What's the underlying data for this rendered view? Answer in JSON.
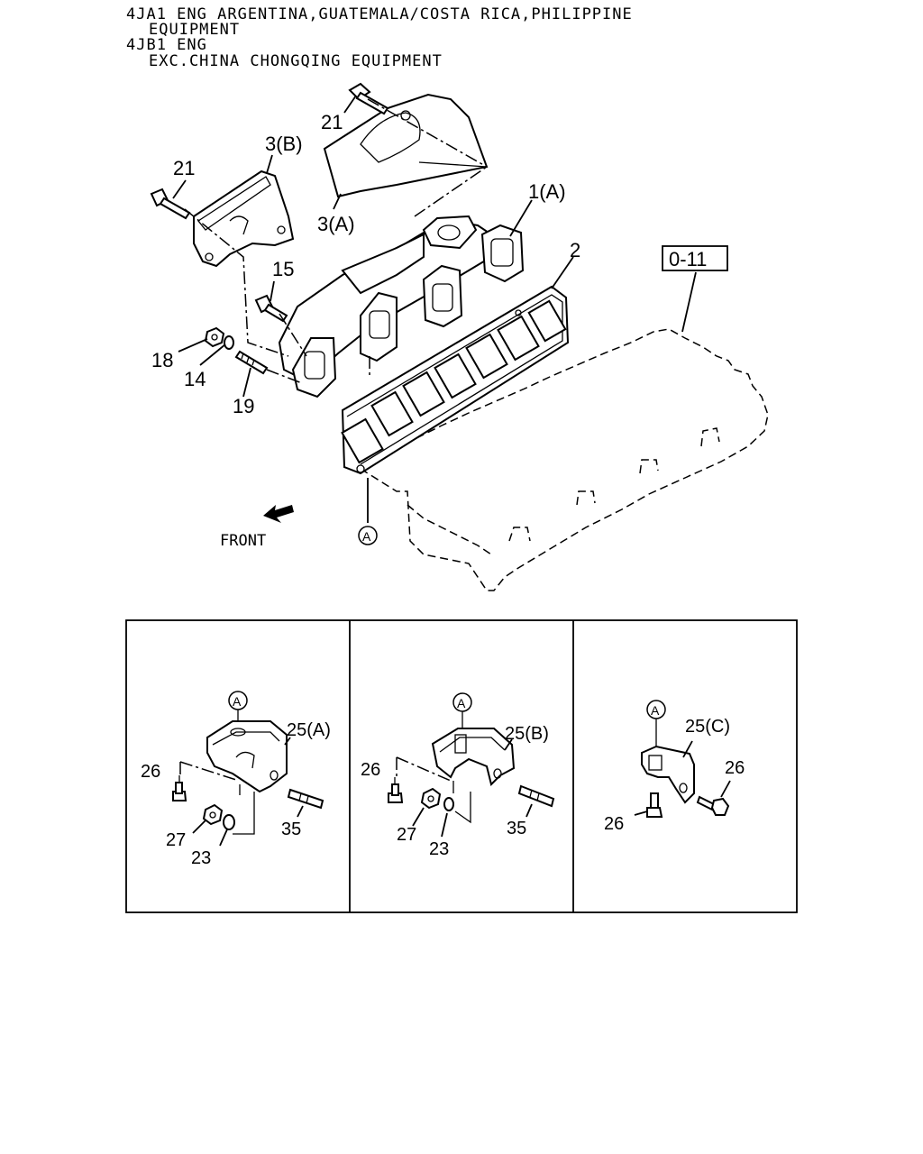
{
  "header": {
    "line1": "4JA1 ENG ARGENTINA,GUATEMALA/COSTA RICA,PHILIPPINE",
    "line2": "EQUIPMENT",
    "line3": "4JB1 ENG",
    "line4": "EXC.CHINA CHONGQING EQUIPMENT"
  },
  "main_labels": {
    "p21_top": "21",
    "p3b": "3(B)",
    "p21_left": "21",
    "p3a": "3(A)",
    "p1a": "1(A)",
    "p2": "2",
    "ref": "0-11",
    "p15": "15",
    "p18": "18",
    "p14": "14",
    "p19": "19",
    "front": "FRONT",
    "circle_a": "A"
  },
  "panels": [
    {
      "title": "25(A)",
      "circle": "A",
      "labels": {
        "bolt": "26",
        "nut": "27",
        "washer": "23",
        "stud": "35"
      }
    },
    {
      "title": "25(B)",
      "circle": "A",
      "labels": {
        "bolt": "26",
        "nut": "27",
        "washer": "23",
        "stud": "35"
      }
    },
    {
      "title": "25(C)",
      "circle": "A",
      "labels": {
        "bolt_right": "26",
        "bolt_left": "26"
      }
    }
  ]
}
